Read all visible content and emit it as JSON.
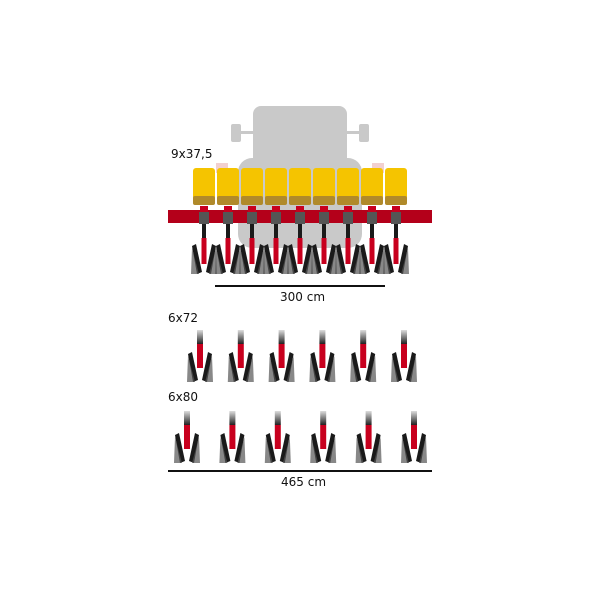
{
  "config_a": {
    "label": "9x37,5",
    "rows": 9,
    "width_label": "300 cm"
  },
  "config_b": {
    "label": "6x72",
    "rows": 6
  },
  "config_c": {
    "label": "6x80",
    "rows": 6
  },
  "wide_width_label": "465 cm",
  "colors": {
    "red": "#c8001e",
    "yellow": "#f5c400",
    "gray": "#c9c9c9",
    "dark": "#1a1a1a"
  }
}
